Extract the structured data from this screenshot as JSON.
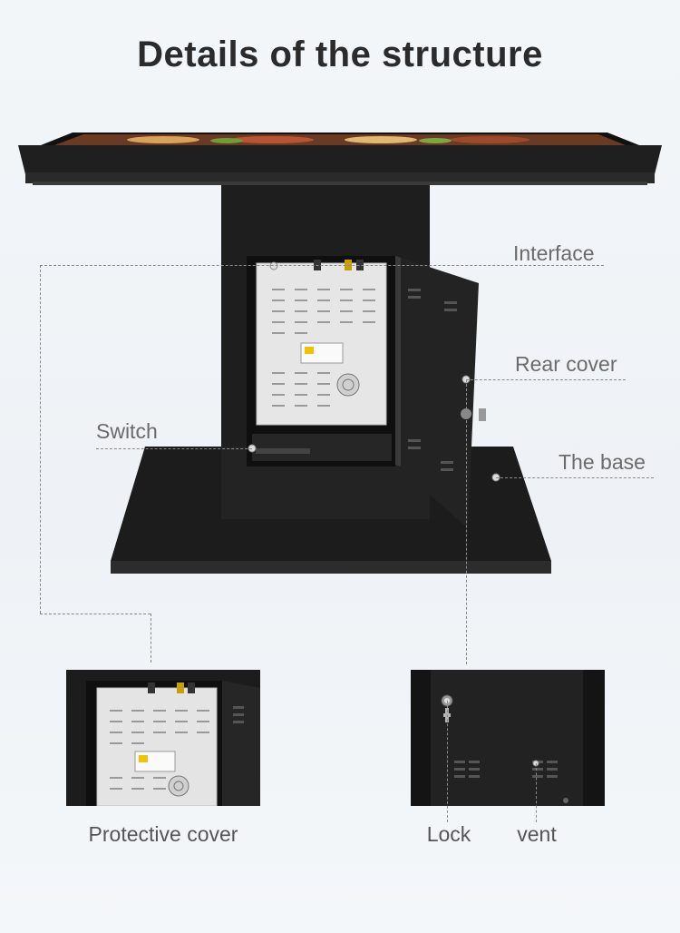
{
  "page": {
    "title": "Details of the structure"
  },
  "callouts": {
    "interface": "Interface",
    "rear_cover": "Rear cover",
    "switch": "Switch",
    "the_base": "The base"
  },
  "captions": {
    "protective_cover": "Protective cover",
    "lock": "Lock",
    "vent": "vent"
  },
  "colors": {
    "body_black": "#1c1c1c",
    "panel_silver": "#e4e4e4",
    "screen_food": "#c96a3b",
    "warning_label": "#f2c200"
  }
}
